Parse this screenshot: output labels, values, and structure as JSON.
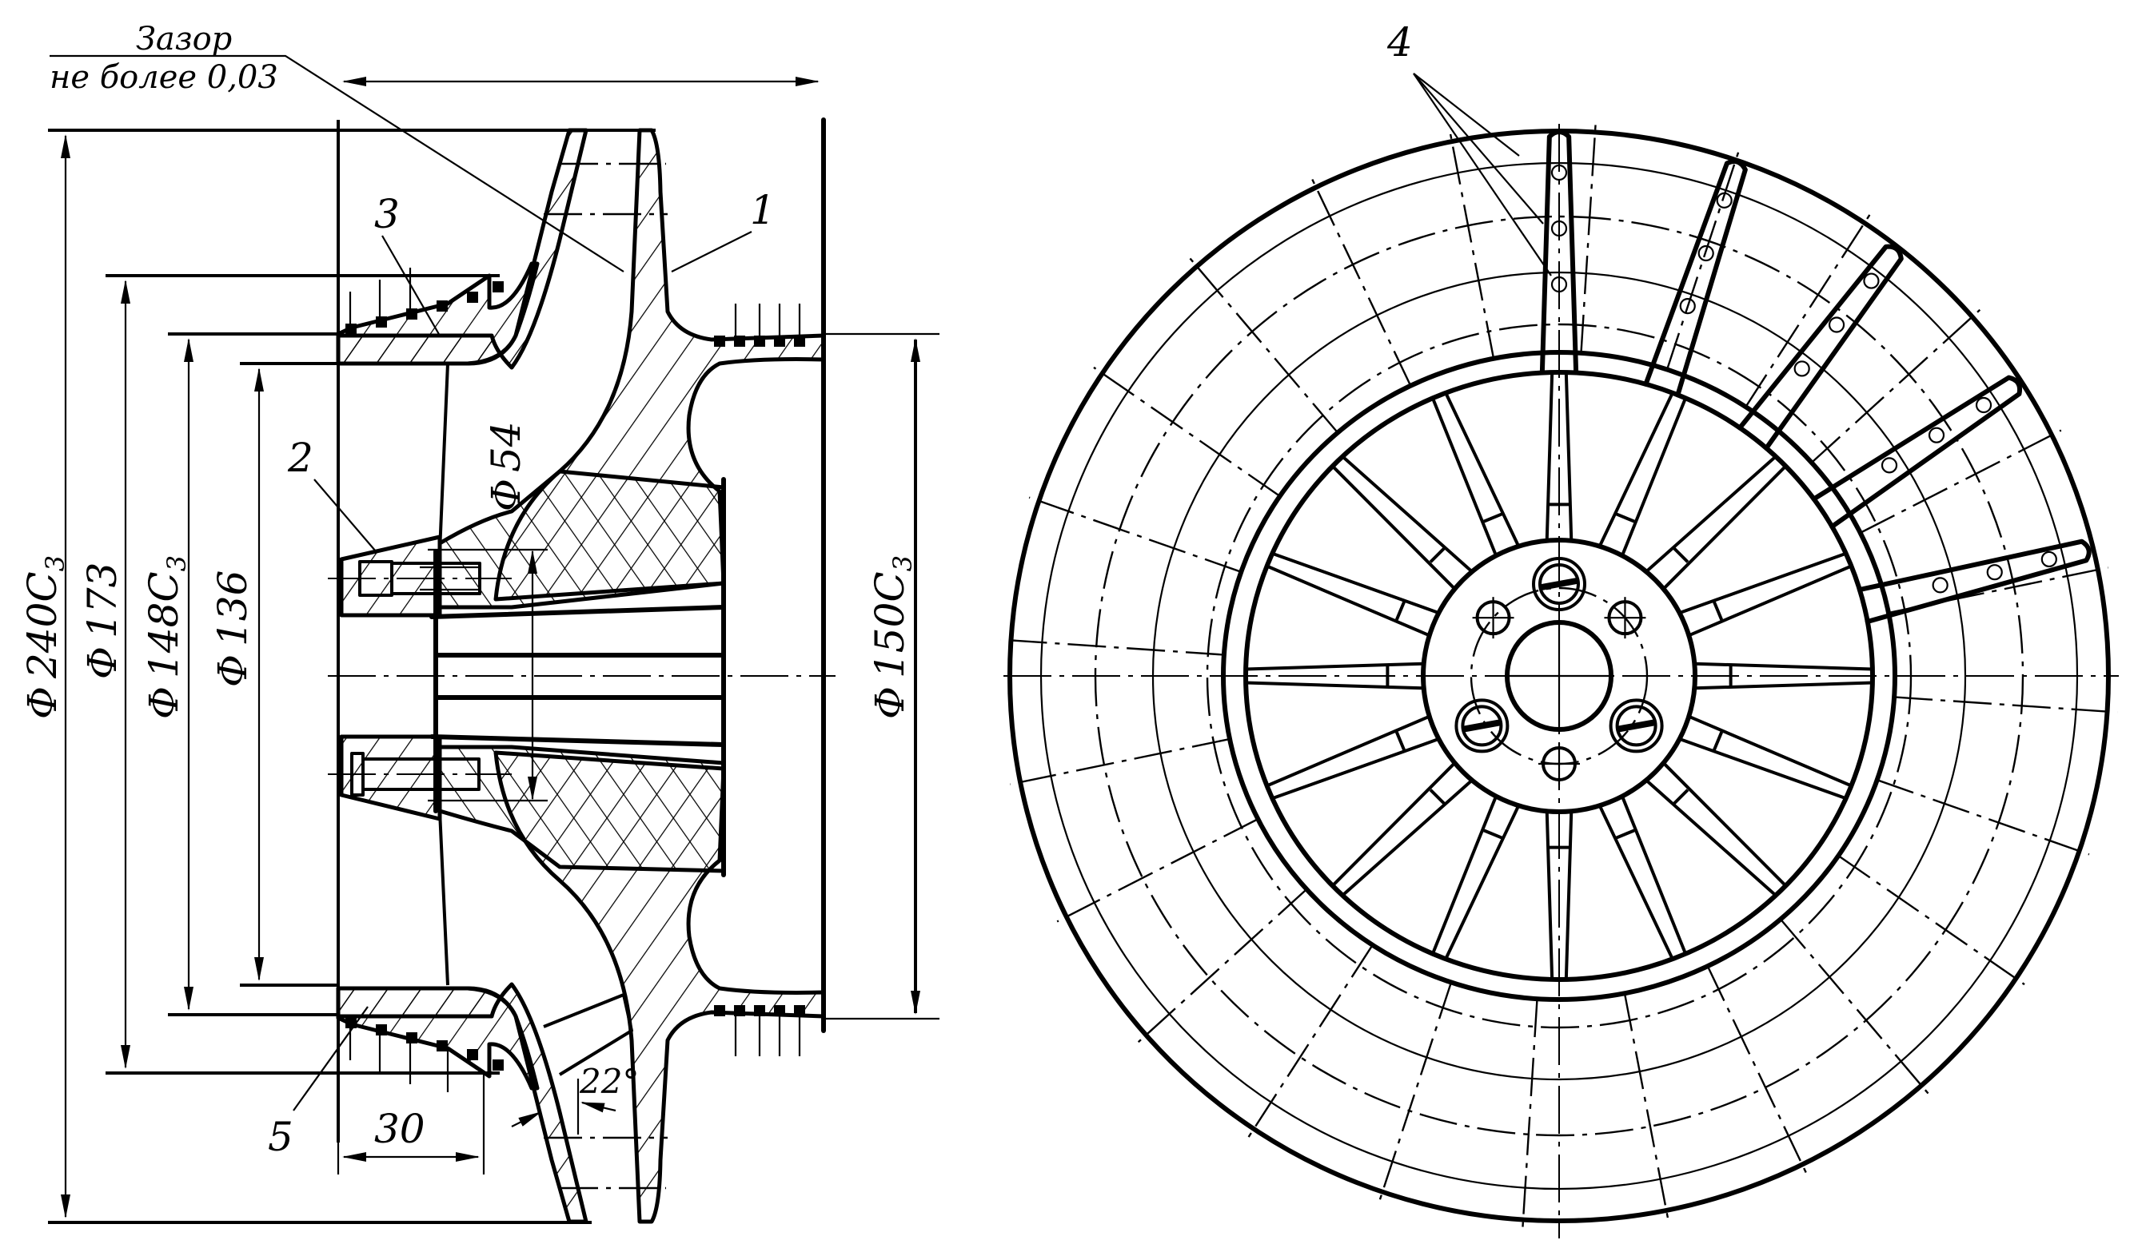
{
  "figure": {
    "description": "Impeller assembly drawing: longitudinal section (left) and face view with blades (right)",
    "views": [
      "section",
      "front-view"
    ]
  },
  "note": {
    "line1": "Зазор",
    "line2": "не более 0,03"
  },
  "dimensions": {
    "d240": {
      "prefix": "Φ",
      "value": "240",
      "fit": "C",
      "fit_sub": "3"
    },
    "d173": {
      "prefix": "Φ",
      "value": "173"
    },
    "d148": {
      "prefix": "Φ",
      "value": "148",
      "fit": "C",
      "fit_sub": "3"
    },
    "d136": {
      "prefix": "Φ",
      "value": "136"
    },
    "d54": {
      "prefix": "Φ",
      "value": "54"
    },
    "d150": {
      "prefix": "Φ",
      "value": "150",
      "fit": "C",
      "fit_sub": "3"
    },
    "len30": {
      "value": "30"
    },
    "angle22": {
      "value": "22°"
    }
  },
  "callouts": [
    {
      "id": "1",
      "label": "1"
    },
    {
      "id": "2",
      "label": "2"
    },
    {
      "id": "3",
      "label": "3"
    },
    {
      "id": "4",
      "label": "4"
    },
    {
      "id": "5",
      "label": "5"
    }
  ],
  "front_view": {
    "blade_count": 16,
    "highlighted_blades": 5,
    "bolt_count": 3,
    "pin_hole_count": 3
  }
}
